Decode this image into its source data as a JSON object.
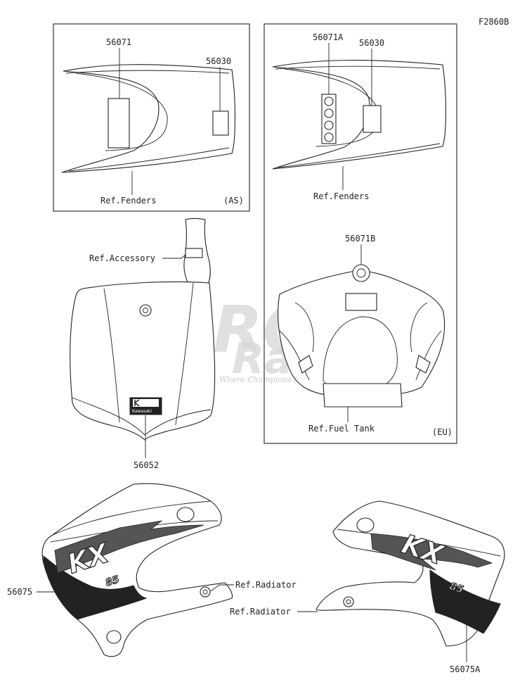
{
  "figure_code": "F2860B",
  "watermark": {
    "brand": "BERG",
    "sub": "Racing",
    "tagline": "Where Champions Are Made"
  },
  "labels": {
    "p56071": "56071",
    "p56030_as": "56030",
    "ref_fenders_as": "Ref.Fenders",
    "region_as": "(AS)",
    "p56071a": "56071A",
    "p56030_eu": "56030",
    "ref_fenders_eu": "Ref.Fenders",
    "p56071b": "56071B",
    "ref_fuel_tank": "Ref.Fuel Tank",
    "region_eu": "(EU)",
    "ref_accessory": "Ref.Accessory",
    "p56052": "56052",
    "p56075": "56075",
    "ref_radiator_left": "Ref.Radiator",
    "ref_radiator_right": "Ref.Radiator",
    "p56075a": "56075A"
  },
  "number_plate_logo": "Kawasaki",
  "shroud_text": {
    "model": "KX",
    "badge": "85"
  }
}
